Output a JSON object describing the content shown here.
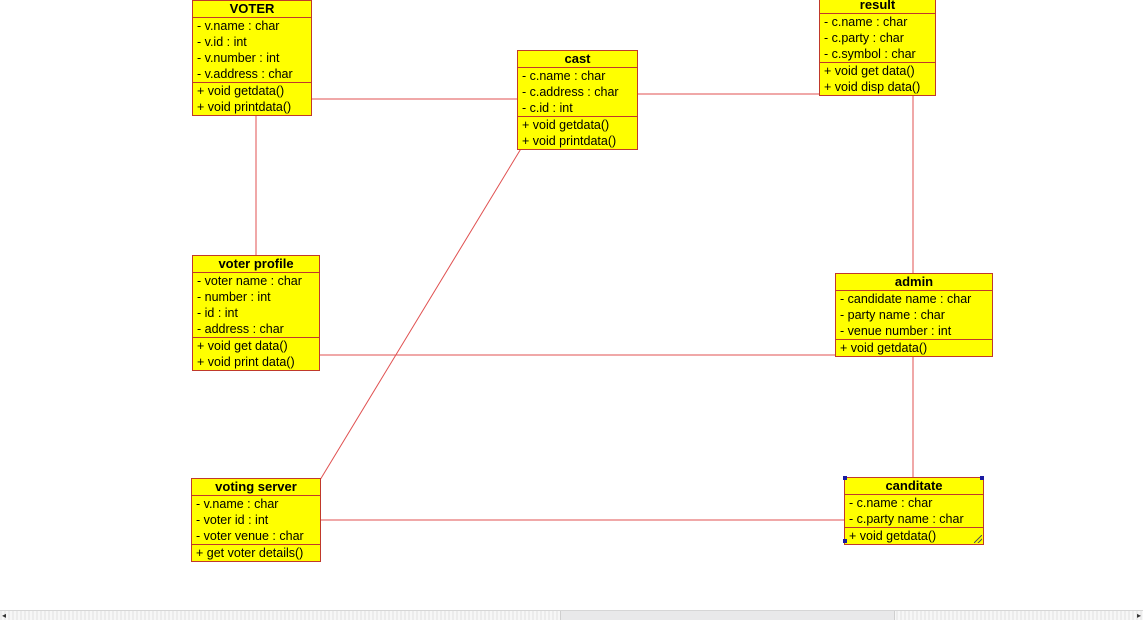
{
  "colors": {
    "class_fill": "#ffff00",
    "class_border": "#c0392b",
    "connector": "#e05050",
    "selection": "#1a1aa0"
  },
  "classes": {
    "voter": {
      "name": "VOTER",
      "attributes": [
        "- v.name : char",
        "- v.id : int",
        "- v.number : int",
        "- v.address : char"
      ],
      "operations": [
        "+ void getdata()",
        "+ void printdata()"
      ]
    },
    "cast": {
      "name": "cast",
      "attributes": [
        "- c.name : char",
        "- c.address : char",
        "- c.id : int"
      ],
      "operations": [
        "+ void getdata()",
        "+ void printdata()"
      ]
    },
    "result": {
      "name": "result",
      "attributes": [
        "- c.name : char",
        "- c.party : char",
        "- c.symbol : char"
      ],
      "operations": [
        "+ void get data()",
        "+ void disp data()"
      ]
    },
    "voter_profile": {
      "name": "voter profile",
      "attributes": [
        "- voter name : char",
        "- number : int",
        "- id : int",
        "- address : char"
      ],
      "operations": [
        "+ void get data()",
        "+ void print data()"
      ]
    },
    "admin": {
      "name": "admin",
      "attributes": [
        "- candidate name : char",
        "- party name : char",
        "- venue number : int"
      ],
      "operations": [
        "+ void getdata()"
      ]
    },
    "voting_server": {
      "name": "voting server",
      "attributes": [
        "- v.name : char",
        "- voter id : int",
        "- voter venue : char"
      ],
      "operations": [
        "+ get voter details()"
      ]
    },
    "canditate": {
      "name": "canditate",
      "attributes": [
        "- c.name : char",
        "- c.party name : char"
      ],
      "operations": [
        "+ void getdata()"
      ]
    }
  },
  "scrollbar": {
    "left_arrow": "◂",
    "right_arrow": "▸"
  }
}
